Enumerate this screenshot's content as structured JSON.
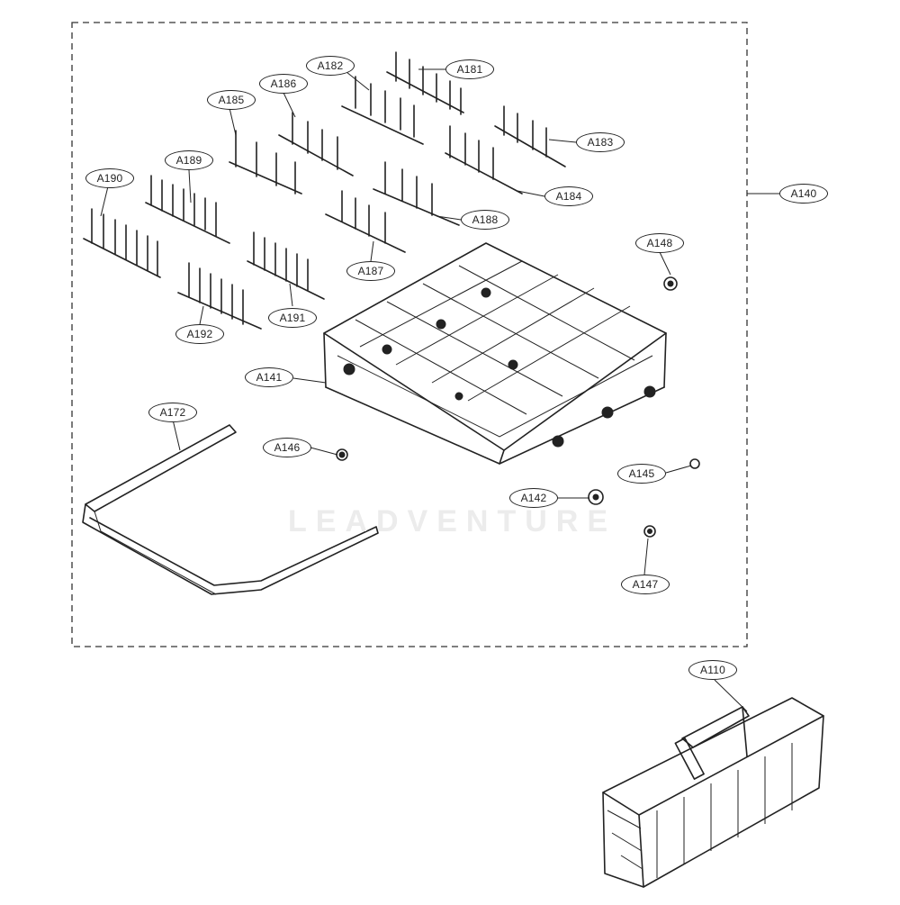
{
  "diagram": {
    "watermark": "LEADVENTURE",
    "group_label": "A140",
    "labels": {
      "a181": "A181",
      "a182": "A182",
      "a183": "A183",
      "a184": "A184",
      "a185": "A185",
      "a186": "A186",
      "a187": "A187",
      "a188": "A188",
      "a189": "A189",
      "a190": "A190",
      "a191": "A191",
      "a192": "A192",
      "a141": "A141",
      "a142": "A142",
      "a145": "A145",
      "a146": "A146",
      "a147": "A147",
      "a148": "A148",
      "a172": "A172",
      "a110": "A110",
      "a140": "A140"
    }
  }
}
